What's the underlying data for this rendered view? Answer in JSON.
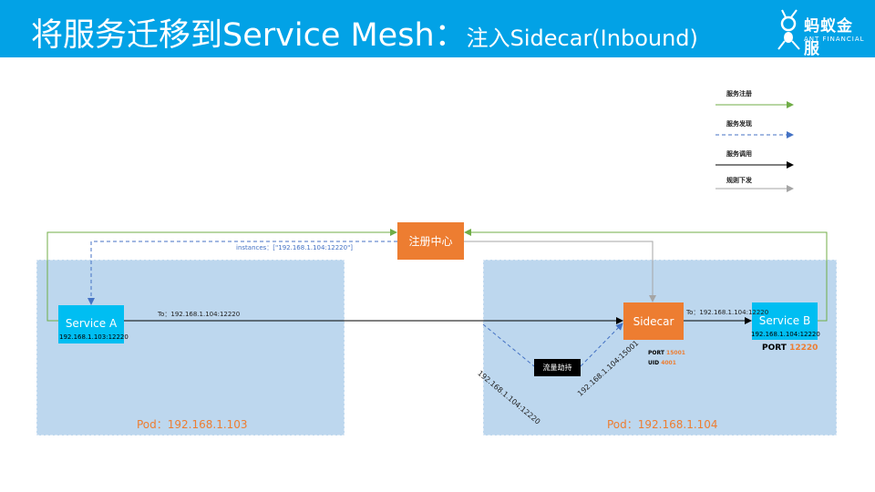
{
  "header": {
    "title": "将服务迁移到Service Mesh：",
    "subtitle": "注入Sidecar(Inbound)",
    "logo_cn": "蚂蚁金服",
    "logo_en": "ANT FINANCIAL",
    "bg_color": "#02a2e6"
  },
  "legend": [
    {
      "label": "服务注册",
      "color": "#70ad47",
      "style": "solid"
    },
    {
      "label": "服务发现",
      "color": "#4472c4",
      "style": "dashed"
    },
    {
      "label": "服务调用",
      "color": "#000000",
      "style": "solid"
    },
    {
      "label": "规则下发",
      "color": "#a5a5a5",
      "style": "solid"
    }
  ],
  "registry": {
    "label": "注册中心",
    "discovery_label": "instances：[\"192.168.1.104:12220\"]"
  },
  "pod_a": {
    "label": "Pod：192.168.1.103",
    "service": {
      "name": "Service A",
      "addr": "192.168.1.103:12220"
    },
    "call_label": "To：192.168.1.104:12220"
  },
  "pod_b": {
    "label": "Pod：192.168.1.104",
    "sidecar": {
      "name": "Sidecar",
      "port_label": "PORT",
      "port": "15001",
      "uid_label": "UID",
      "uid": "4001"
    },
    "service": {
      "name": "Service B",
      "addr": "192.168.1.104:12220",
      "port_label": "PORT",
      "port": "12220"
    },
    "call_label": "To：192.168.1.104:12220",
    "hijack": "流量劫持",
    "in_addr": "192.168.1.104:12220",
    "out_addr": "192.168.1.104:15001"
  }
}
